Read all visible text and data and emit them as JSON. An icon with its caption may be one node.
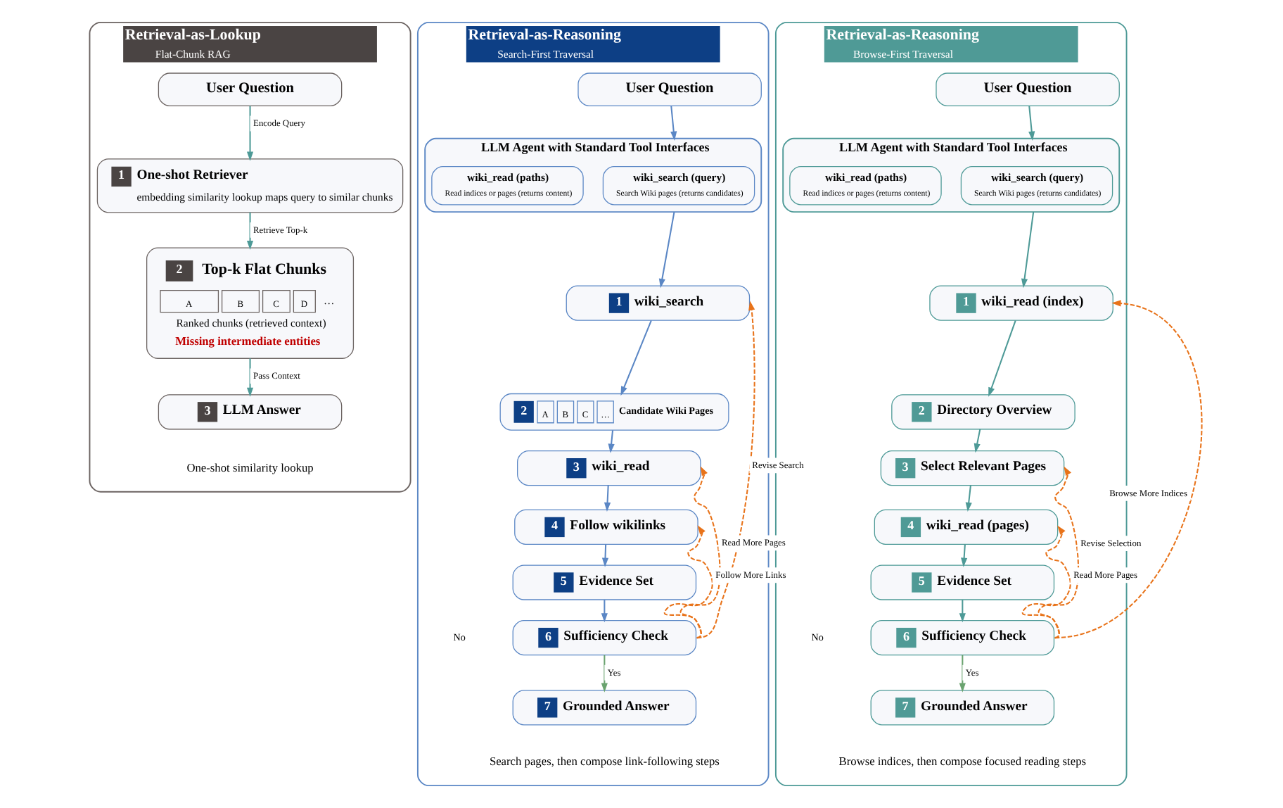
{
  "diagram": {
    "nodes": [
      {
        "text": [
          "Retrieval-as-Lookup",
          "Flat-Chunk RAG"
        ]
      },
      {
        "text": [
          "User Question"
        ],
        "in": 0
      },
      {
        "text": [
          "1",
          "One-shot Retriever",
          "embedding similarity lookup maps query to similar chunks"
        ],
        "in": 0
      },
      {
        "text": [
          "2",
          "Top-k Flat Chunks",
          "A",
          "B",
          "C",
          "D",
          "…",
          "Ranked chunks (retrieved context)",
          "Missing intermediate entities"
        ],
        "in": 0
      },
      {
        "text": [
          "3",
          "LLM Answer"
        ],
        "in": 0
      },
      {
        "text": [
          "Retrieval-as-Reasoning",
          "Search-First Traversal"
        ]
      },
      {
        "text": [
          "User Question"
        ],
        "in": 5
      },
      {
        "text": [
          "LLM Agent with Standard Tool Interfaces"
        ],
        "in": 5
      },
      {
        "text": [
          "wiki_search (query)",
          "Search Wiki pages (returns candidates)"
        ],
        "in": 7
      },
      {
        "text": [
          "wiki_read (paths)",
          "Read indices or pages (returns content)"
        ],
        "in": 7
      },
      {
        "text": [
          "1",
          "wiki_search"
        ],
        "in": 5
      },
      {
        "text": [
          "2",
          "A",
          "B",
          "C",
          "…",
          "Candidate Wiki Pages"
        ],
        "in": 5
      },
      {
        "text": [
          "3",
          "wiki_read"
        ],
        "in": 5
      },
      {
        "text": [
          "4",
          "Follow wikilinks"
        ],
        "in": 5
      },
      {
        "text": [
          "5",
          "Evidence Set"
        ],
        "in": 5
      },
      {
        "text": [
          "6",
          "Sufficiency Check"
        ],
        "in": 5
      },
      {
        "text": [
          "7",
          "Grounded Answer"
        ],
        "in": 5
      },
      {
        "text": [
          "Retrieval-as-Reasoning",
          "Browse-First Traversal"
        ]
      },
      {
        "text": [
          "User Question"
        ],
        "in": 17
      },
      {
        "text": [
          "LLM Agent with Standard Tool Interfaces"
        ],
        "in": 17
      },
      {
        "text": [
          "wiki_search (query)",
          "Search Wiki pages (returns candidates)"
        ],
        "in": 19
      },
      {
        "text": [
          "wiki_read (paths)",
          "Read indices or pages (returns content)"
        ],
        "in": 19
      },
      {
        "text": [
          "1",
          "wiki_read (index)"
        ],
        "in": 17
      },
      {
        "text": [
          "2",
          "Directory Overview"
        ],
        "in": 17
      },
      {
        "text": [
          "3",
          "Select Relevant Pages"
        ],
        "in": 17
      },
      {
        "text": [
          "4",
          "wiki_read (pages)"
        ],
        "in": 17
      },
      {
        "text": [
          "5",
          "Evidence Set"
        ],
        "in": 17
      },
      {
        "text": [
          "6",
          "Sufficiency Check"
        ],
        "in": 17
      },
      {
        "text": [
          "7",
          "Grounded Answer"
        ],
        "in": 17
      }
    ],
    "edges": [
      {
        "from": 1,
        "to": 2,
        "arrow": "to",
        "label": "Encode Query"
      },
      {
        "from": 2,
        "to": 3,
        "arrow": "to",
        "label": "Retrieve Top-k"
      },
      {
        "from": 3,
        "to": 4,
        "arrow": "to",
        "label": "Pass Context"
      },
      {
        "from": 6,
        "to": 7,
        "arrow": "to",
        "color": "#5b87c5"
      },
      {
        "from": 7,
        "to": 10,
        "arrow": "to",
        "color": "#5b87c5"
      },
      {
        "from": 10,
        "to": 11,
        "arrow": "to",
        "color": "#5b87c5"
      },
      {
        "from": 11,
        "to": 12,
        "arrow": "to",
        "color": "#5b87c5"
      },
      {
        "from": 12,
        "to": 13,
        "arrow": "to",
        "color": "#5b87c5"
      },
      {
        "from": 13,
        "to": 14,
        "arrow": "to",
        "color": "#5b87c5"
      },
      {
        "from": 14,
        "to": 15,
        "arrow": "to",
        "color": "#5b87c5"
      },
      {
        "from": 15,
        "to": 16,
        "arrow": "to",
        "label": "Yes",
        "color": "#6aa36f"
      },
      {
        "from": 15,
        "to": 10,
        "arrow": "to",
        "label": "Revise Search",
        "style": "dashed",
        "color": "#e8731a"
      },
      {
        "from": 15,
        "to": 12,
        "arrow": "to",
        "label": "Read More Pages",
        "style": "dashed",
        "color": "#e8731a"
      },
      {
        "from": 15,
        "to": 13,
        "arrow": "to",
        "label": "Follow More Links",
        "style": "dashed",
        "color": "#e8731a"
      },
      {
        "from": 18,
        "to": 19,
        "arrow": "to"
      },
      {
        "from": 19,
        "to": 22,
        "arrow": "to"
      },
      {
        "from": 22,
        "to": 23,
        "arrow": "to"
      },
      {
        "from": 23,
        "to": 24,
        "arrow": "to"
      },
      {
        "from": 24,
        "to": 25,
        "arrow": "to"
      },
      {
        "from": 25,
        "to": 26,
        "arrow": "to"
      },
      {
        "from": 26,
        "to": 27,
        "arrow": "to"
      },
      {
        "from": 27,
        "to": 28,
        "arrow": "to",
        "label": "Yes",
        "color": "#6aa36f"
      },
      {
        "from": 27,
        "to": 22,
        "arrow": "to",
        "label": "Browse More Indices",
        "style": "dashed",
        "color": "#e8731a"
      },
      {
        "from": 27,
        "to": 24,
        "arrow": "to",
        "label": "Revise Selection",
        "style": "dashed",
        "color": "#e8731a"
      },
      {
        "from": 27,
        "to": 25,
        "arrow": "to",
        "label": "Read More Pages",
        "style": "dashed",
        "color": "#e8731a"
      }
    ],
    "labels": [
      "One-shot similarity lookup",
      "No",
      "Search pages, then compose link-following steps",
      "No",
      "Browse indices, then compose focused reading steps"
    ]
  }
}
